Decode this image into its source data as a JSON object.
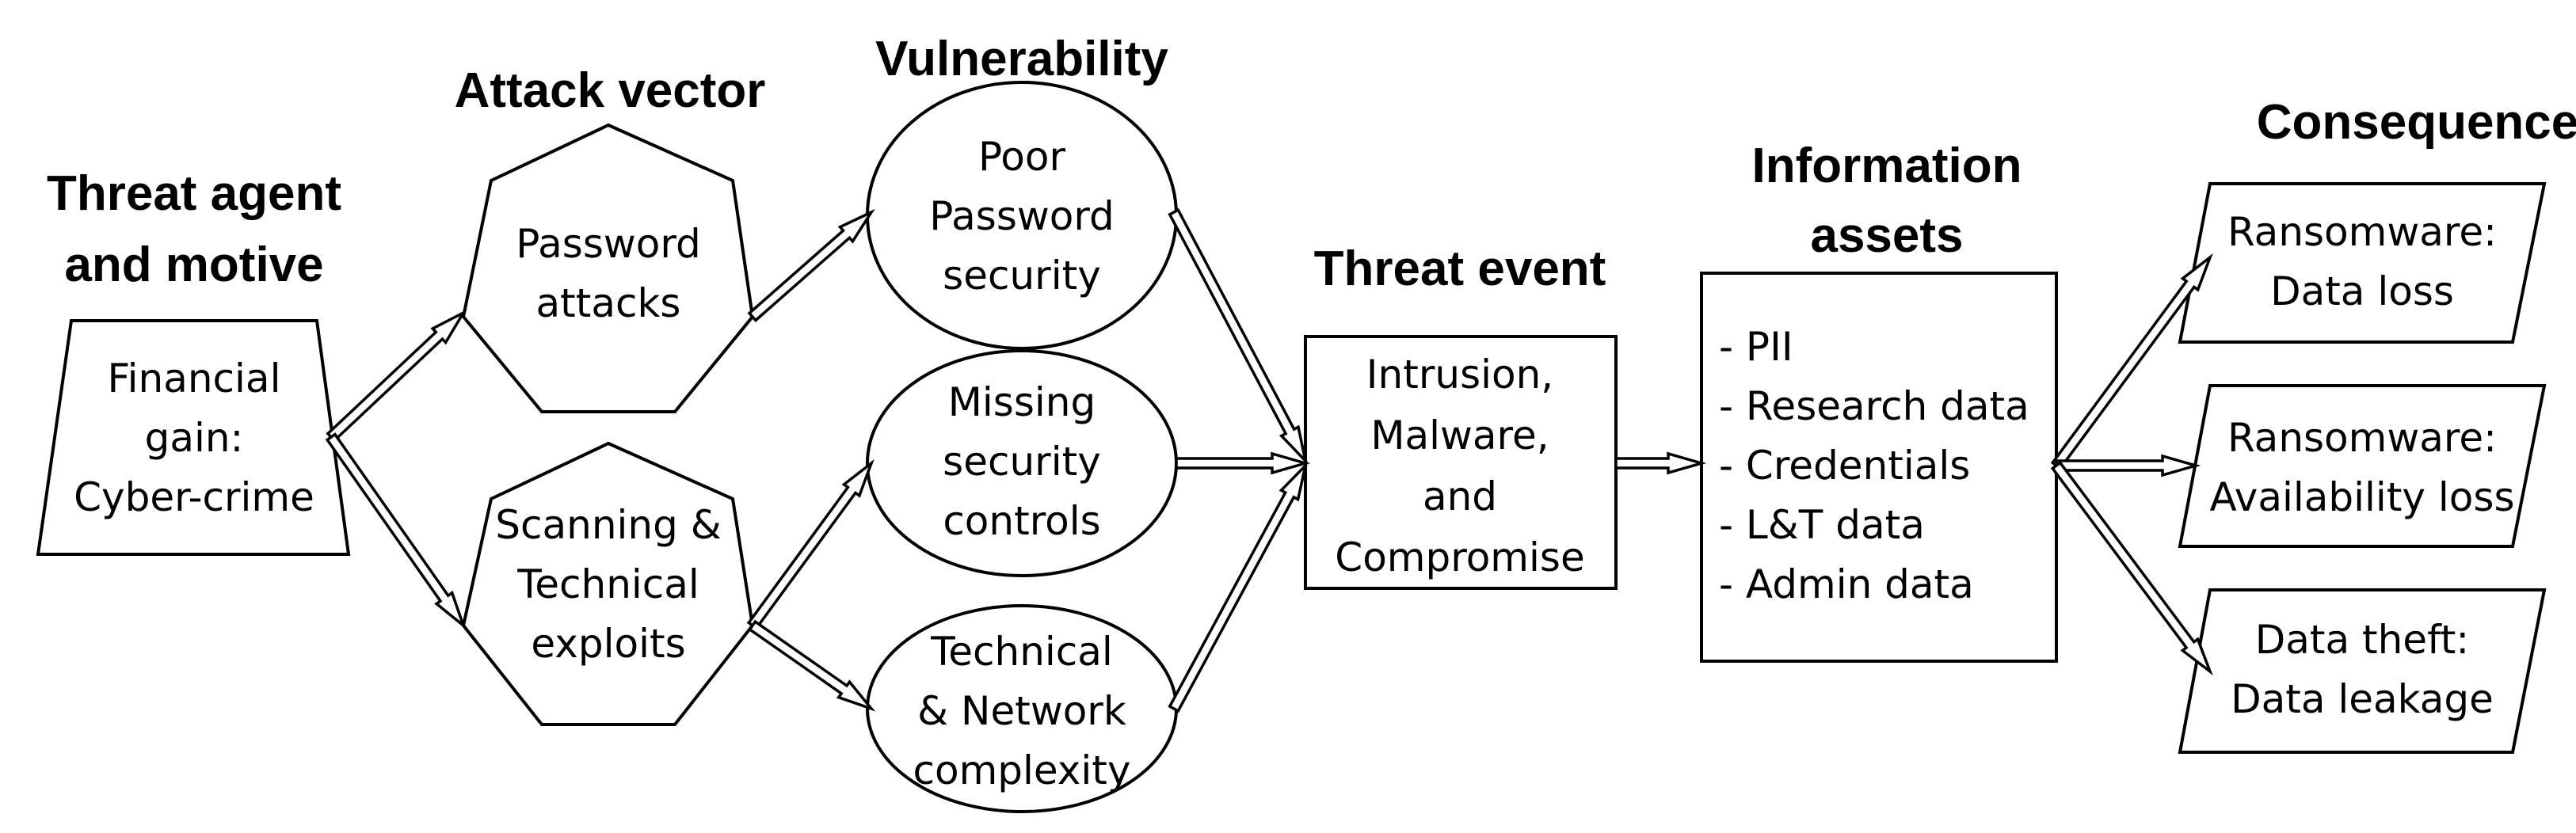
{
  "headers": {
    "threat_agent": [
      "Threat agent",
      "and motive"
    ],
    "attack_vector": "Attack vector",
    "vulnerability": "Vulnerability",
    "threat_event": "Threat event",
    "information_assets": [
      "Information",
      "assets"
    ],
    "consequence": "Consequence"
  },
  "threat_agent": [
    "Financial",
    "gain:",
    "Cyber-crime"
  ],
  "attack_vectors": [
    [
      "Password",
      "attacks"
    ],
    [
      "Scanning &",
      "Technical",
      "exploits"
    ]
  ],
  "vulnerabilities": [
    [
      "Poor",
      "Password",
      "security"
    ],
    [
      "Missing",
      "security",
      "controls"
    ],
    [
      "Technical",
      "& Network",
      "complexity"
    ]
  ],
  "threat_event": [
    "Intrusion,",
    "Malware,",
    "and",
    "Compromise"
  ],
  "information_assets": [
    "- PII",
    "- Research data",
    "- Credentials",
    "- L&T data",
    "- Admin data"
  ],
  "consequences": [
    [
      "Ransomware:",
      "Data loss"
    ],
    [
      "Ransomware:",
      "Availability loss"
    ],
    [
      "Data theft:",
      "Data leakage"
    ]
  ]
}
